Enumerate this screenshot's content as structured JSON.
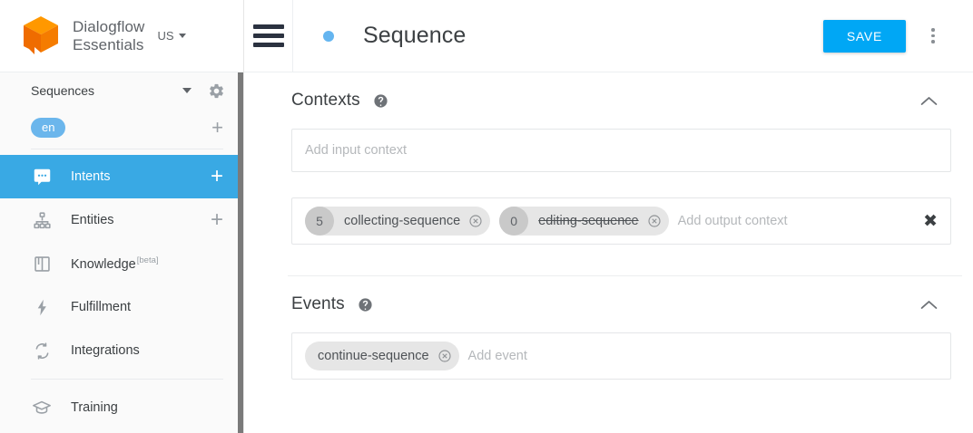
{
  "brand": {
    "line1": "Dialogflow",
    "line2": "Essentials",
    "region": "US",
    "logo_color": "#ef6c00",
    "logo_top_color": "#ff9800"
  },
  "sidebar": {
    "agent": {
      "name": "Sequences",
      "gear_icon": "gear-icon",
      "caret_icon": "caret-down-icon"
    },
    "language": {
      "code": "en",
      "add_icon": "plus-icon",
      "chip_color": "#6bb6ec"
    },
    "items": [
      {
        "label": "Intents",
        "icon": "chat-bubble-icon",
        "active": true,
        "has_plus": true
      },
      {
        "label": "Entities",
        "icon": "hierarchy-icon",
        "active": false,
        "has_plus": true
      },
      {
        "label": "Knowledge",
        "icon": "book-icon",
        "badge": "[beta]",
        "active": false,
        "has_plus": false
      },
      {
        "label": "Fulfillment",
        "icon": "bolt-icon",
        "active": false,
        "has_plus": false
      },
      {
        "label": "Integrations",
        "icon": "sync-icon",
        "active": false,
        "has_plus": false
      },
      {
        "label": "Training",
        "icon": "graduation-cap-icon",
        "active": false,
        "has_plus": false
      }
    ],
    "active_color": "#39a9e4"
  },
  "topbar": {
    "menu_icon": "hamburger-icon",
    "status_dot_color": "#64b5f0",
    "title": "Sequence",
    "save_label": "SAVE",
    "save_color": "#00a7f5",
    "more_icon": "kebab-menu-icon"
  },
  "contexts": {
    "title": "Contexts",
    "help_icon": "help-icon",
    "collapse_icon": "chevron-up-icon",
    "input_placeholder": "Add input context",
    "input_value": "",
    "output_placeholder": "Add output context",
    "output_value": "",
    "clear_icon": "close-icon",
    "output_chips": [
      {
        "count": "5",
        "label": "collecting-sequence",
        "struck": false,
        "remove_icon": "remove-circle-icon"
      },
      {
        "count": "0",
        "label": "editing-sequence",
        "struck": true,
        "remove_icon": "remove-circle-icon"
      }
    ]
  },
  "events": {
    "title": "Events",
    "help_icon": "help-icon",
    "collapse_icon": "chevron-up-icon",
    "placeholder": "Add event",
    "value": "",
    "chips": [
      {
        "label": "continue-sequence",
        "remove_icon": "remove-circle-icon"
      }
    ]
  }
}
